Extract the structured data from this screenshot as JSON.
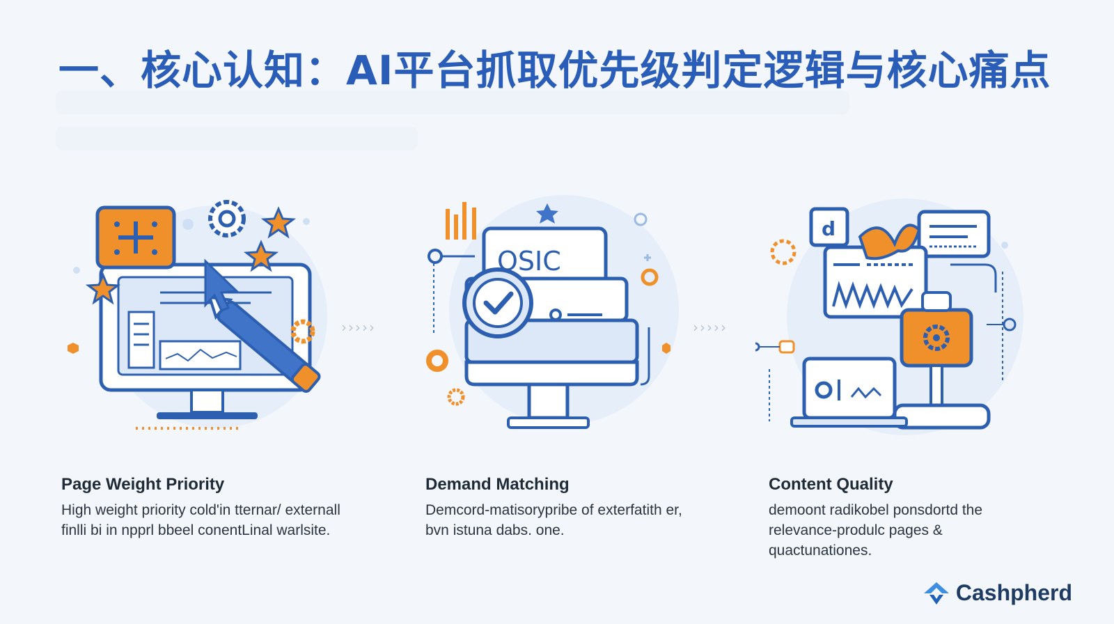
{
  "header": {
    "title": "一、核心认知：AI平台抓取优先级判定逻辑与核心痛点"
  },
  "cards": [
    {
      "title": "Page Weight Priority",
      "text": "High weight priority cold'in tternar/ externall finlli bi in npprl bbeel conentLinal warlsite."
    },
    {
      "title": "Demand Matching",
      "text": "Demcord-matisorypribe of exterfatith er, bvn istuna dabs. one."
    },
    {
      "title": "Content Quality",
      "text": "demoont radikobel ponsdortd the relevance-produlc pages & quactunationes."
    }
  ],
  "illustrations": {
    "screen_label": "OSIC"
  },
  "flow_arrow": "›››››",
  "brand": {
    "name": "Cashpherd"
  },
  "colors": {
    "accent_blue": "#2a5db8",
    "accent_orange": "#f0902a",
    "outline": "#2d5fb0",
    "background": "#f3f7fb"
  }
}
